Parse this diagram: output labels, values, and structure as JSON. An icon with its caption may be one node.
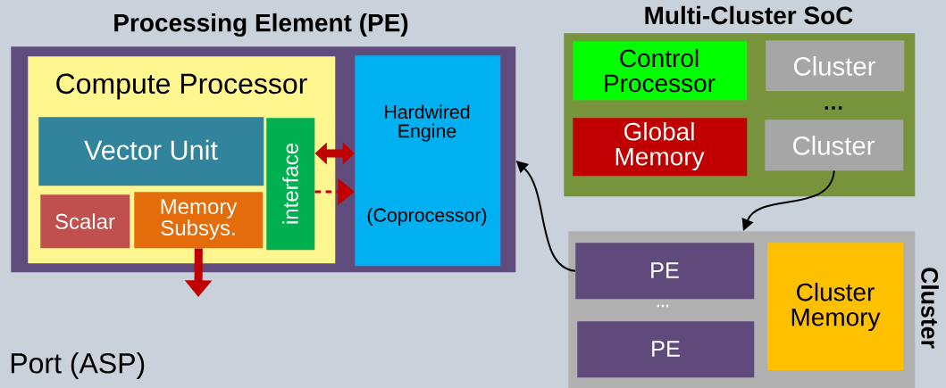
{
  "diagram": {
    "nodes": [
      {
        "text": [
          "Processing Element (PE)"
        ]
      },
      {
        "text": [
          "Compute Processor"
        ],
        "in": 0
      },
      {
        "text": [
          "Vector Unit"
        ],
        "in": 1
      },
      {
        "text": [
          "Scalar"
        ],
        "in": 1
      },
      {
        "text": [
          "Memory Subsys."
        ],
        "in": 1
      },
      {
        "text": [
          "interface"
        ],
        "in": 1
      },
      {
        "text": [
          "Hardwired Engine",
          "(Coprocessor)"
        ],
        "in": 0
      },
      {
        "text": [
          "Multi-Cluster SoC"
        ]
      },
      {
        "text": [
          "Control Processor"
        ],
        "in": 7
      },
      {
        "text": [
          "Cluster"
        ],
        "in": 7
      },
      {
        "text": [
          "Global Memory"
        ],
        "in": 7
      },
      {
        "text": [
          "Cluster"
        ],
        "in": 7
      },
      {
        "text": [
          "Cluster"
        ]
      },
      {
        "text": [
          "PE"
        ],
        "in": 12
      },
      {
        "text": [
          "PE"
        ],
        "in": 12
      },
      {
        "text": [
          "Cluster Memory"
        ],
        "in": 12
      }
    ],
    "edges": [
      {
        "from": 5,
        "to": 6,
        "arrow": "both",
        "style": "thick",
        "color": "#c00000"
      },
      {
        "from": 5,
        "to": 6,
        "arrow": "to",
        "style": "dashed",
        "color": "#c00000"
      },
      {
        "from": 4,
        "to": null,
        "arrow": "to",
        "style": "thick",
        "color": "#c00000"
      },
      {
        "from": 11,
        "to": 12,
        "arrow": "to",
        "color": "#000000"
      },
      {
        "from": 13,
        "to": 0,
        "arrow": "to",
        "color": "#000000"
      }
    ],
    "labels": [
      "…",
      "…",
      "Port (ASP)"
    ]
  }
}
